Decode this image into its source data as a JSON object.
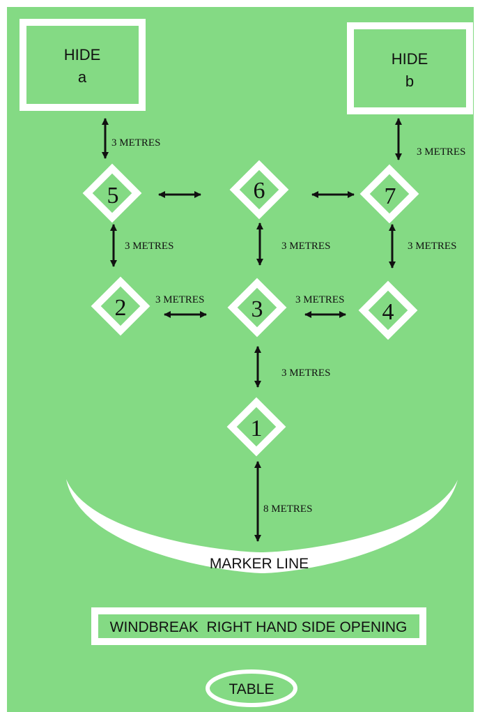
{
  "colors": {
    "field": "#84DA84",
    "white": "#FFFFFF",
    "ink": "#111111"
  },
  "hides": [
    {
      "title": "HIDE",
      "letter": "a"
    },
    {
      "title": "HIDE",
      "letter": "b"
    }
  ],
  "markers": [
    "1",
    "2",
    "3",
    "4",
    "5",
    "6",
    "7"
  ],
  "distances": {
    "hide_a_to_5": "3 METRES",
    "hide_b_to_7": "3 METRES",
    "m5_to_2": "3 METRES",
    "m6_to_3": "3 METRES",
    "m7_to_4": "3 METRES",
    "m2_to_3": "3 METRES",
    "m3_to_4": "3 METRES",
    "m3_to_1": "3 METRES",
    "m1_to_marker_line": "8 METRES"
  },
  "marker_line": "MARKER LINE",
  "windbreak": "WINDBREAK  RIGHT HAND SIDE OPENING",
  "table": "TABLE"
}
